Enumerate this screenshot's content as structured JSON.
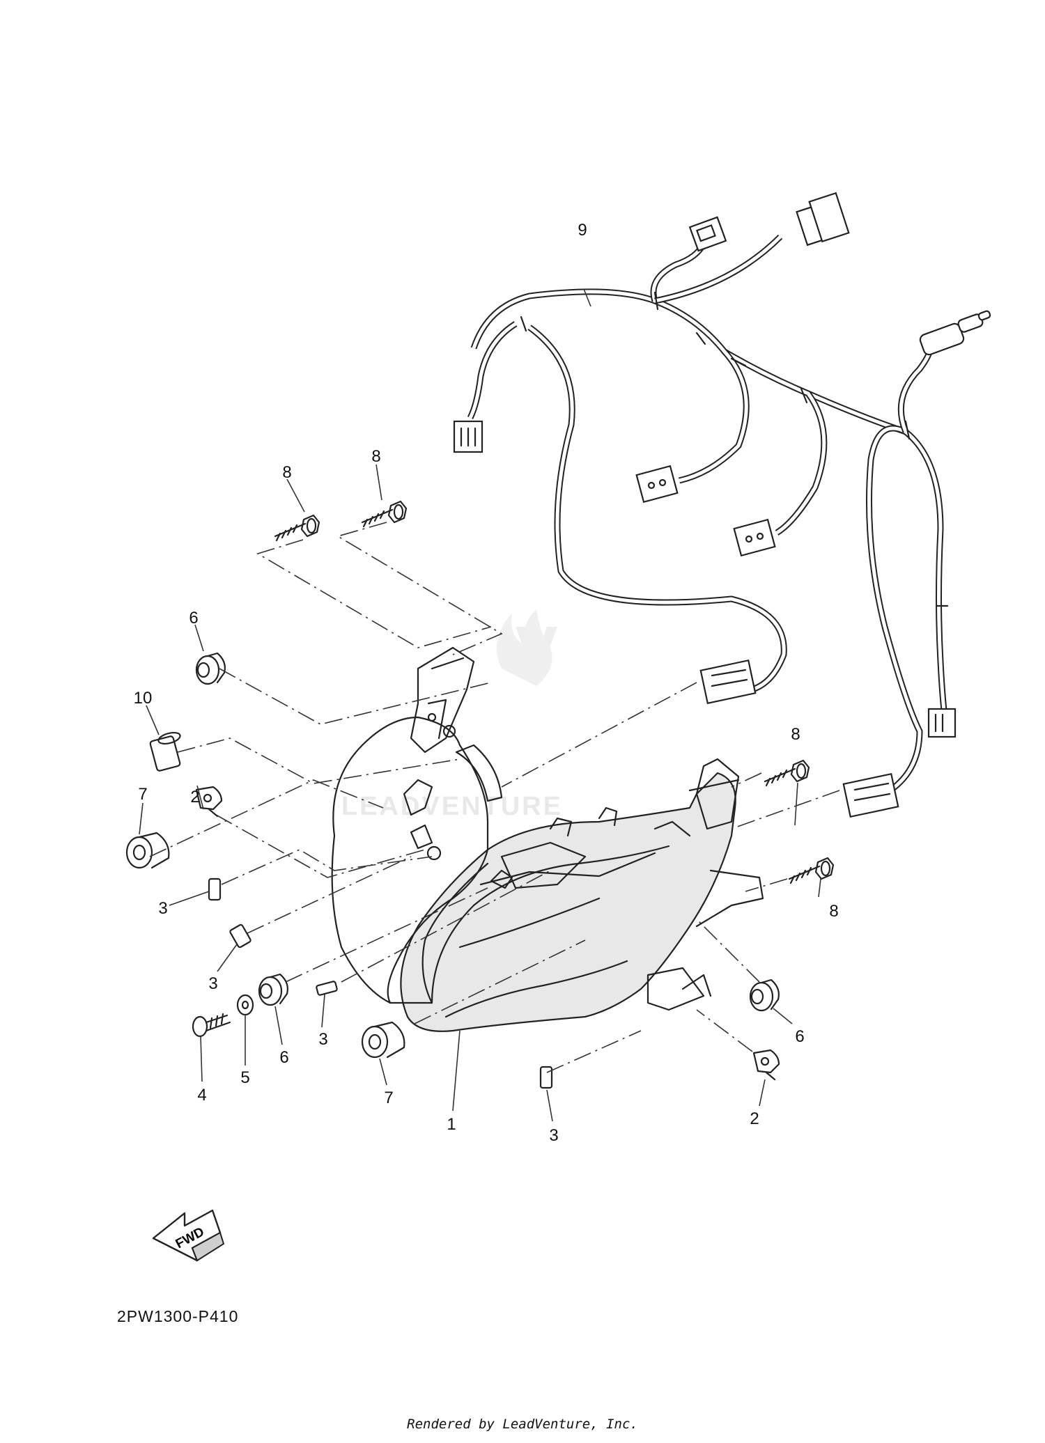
{
  "diagram": {
    "drawing_code": "2PW1300-P410",
    "rendered_by": "Rendered by LeadVenture, Inc.",
    "watermark": "LEADVENTURE",
    "fwd_label": "FWD",
    "callouts": {
      "c1": "1",
      "c2a": "2",
      "c2b": "2",
      "c3a": "3",
      "c3b": "3",
      "c3c": "3",
      "c3d": "3",
      "c4": "4",
      "c5": "5",
      "c6a": "6",
      "c6b": "6",
      "c6c": "6",
      "c7a": "7",
      "c7b": "7",
      "c8a": "8",
      "c8b": "8",
      "c8c": "8",
      "c8d": "8",
      "c9": "9",
      "c10": "10"
    },
    "parts": [
      {
        "ref": "1",
        "icon": "headlight-assembly"
      },
      {
        "ref": "2",
        "icon": "nut-clip"
      },
      {
        "ref": "3",
        "icon": "spacer"
      },
      {
        "ref": "4",
        "icon": "bolt"
      },
      {
        "ref": "5",
        "icon": "washer"
      },
      {
        "ref": "6",
        "icon": "grommet"
      },
      {
        "ref": "7",
        "icon": "grommet"
      },
      {
        "ref": "8",
        "icon": "flange-bolt"
      },
      {
        "ref": "9",
        "icon": "wire-harness"
      },
      {
        "ref": "10",
        "icon": "collar"
      }
    ]
  }
}
